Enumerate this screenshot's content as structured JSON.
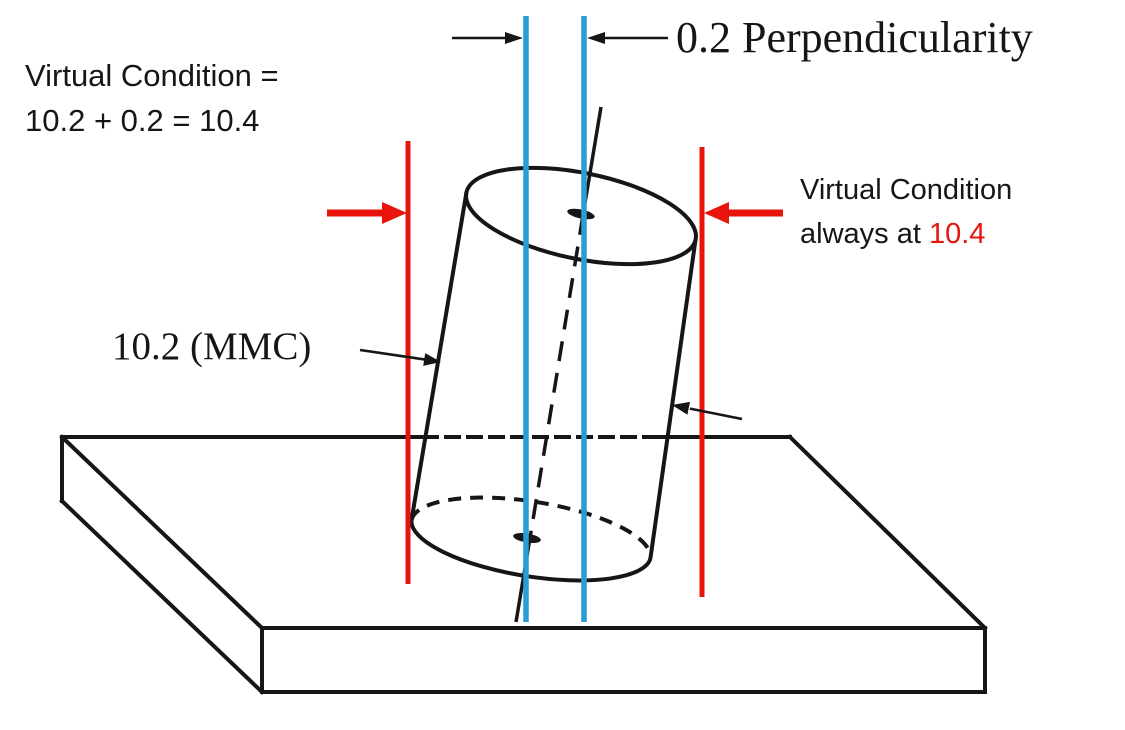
{
  "colors": {
    "background": "#ffffff",
    "line_black": "#161616",
    "accent_red": "#e8140c",
    "accent_blue": "#2b9cd8"
  },
  "annotations": {
    "perpendicularity_callout": "0.2 Perpendicularity",
    "virtual_condition_formula": {
      "line1": "Virtual Condition =",
      "line2": "10.2 + 0.2 = 10.4"
    },
    "virtual_condition_note": {
      "line1": "Virtual Condition",
      "line2_prefix": "always at ",
      "line2_value": "10.4"
    },
    "mmc_callout": "10.2 (MMC)"
  },
  "icons": {
    "tolerance_width_arrows": "inward-pointing-black-arrows",
    "virtual_condition_arrows": "inward-pointing-red-arrows",
    "mmc_leader": "leader-arrow",
    "surface_leader": "leader-arrow"
  }
}
